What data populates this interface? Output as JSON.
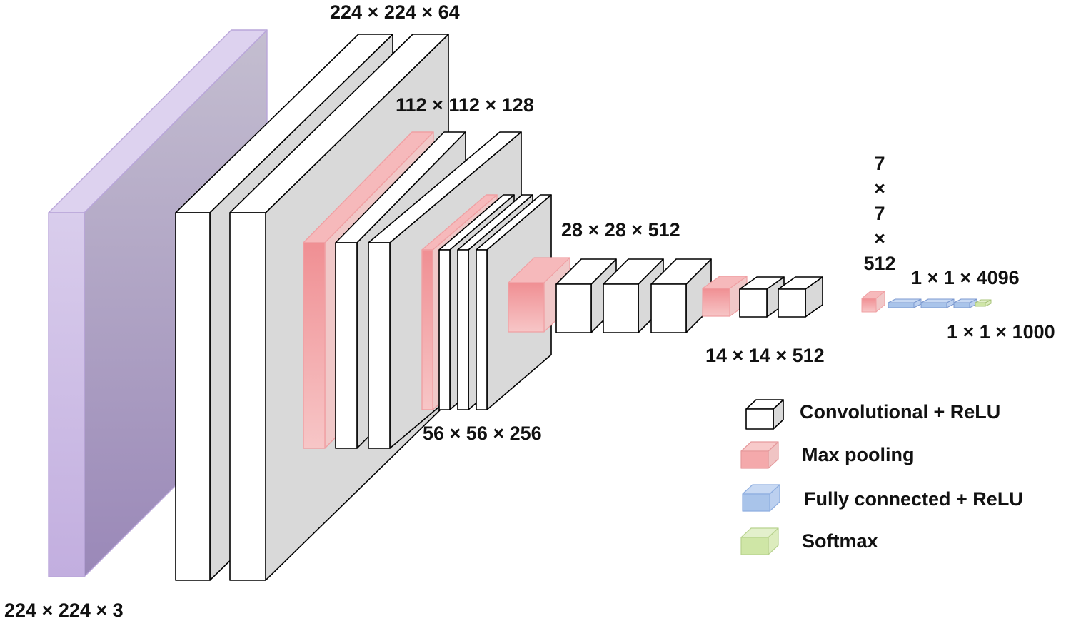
{
  "labels": {
    "input": "224 × 224 × 3",
    "block1": "224 × 224 × 64",
    "block2": "112 × 112 × 128",
    "block3": "56 × 56 × 256",
    "block4": "28 × 28 × 512",
    "block5": "14 × 14 × 512",
    "pool5": [
      "7",
      "×",
      "7",
      "×",
      "512"
    ],
    "fc": "1 × 1 × 4096",
    "softmax_out": "1 × 1 × 1000"
  },
  "legend": [
    {
      "key": "conv",
      "label": "Convolutional + ReLU",
      "color": "#ffffff"
    },
    {
      "key": "pool",
      "label": "Max pooling",
      "color": "#f4a9ab"
    },
    {
      "key": "fc",
      "label": "Fully connected + ReLU",
      "color": "#a9c4ea"
    },
    {
      "key": "softmax",
      "label": "Softmax",
      "color": "#cfe6a6"
    }
  ],
  "colors": {
    "input_front": "#c4b4dc",
    "input_side": "#a898c0",
    "conv_front": "#ffffff",
    "side": "#d9d9d9",
    "pool_front": "#f4a9ab",
    "pool_side": "#f0c8c8",
    "fc_front": "#a9c4ea",
    "softmax_front": "#cfe6a6",
    "edge": "#000000"
  }
}
